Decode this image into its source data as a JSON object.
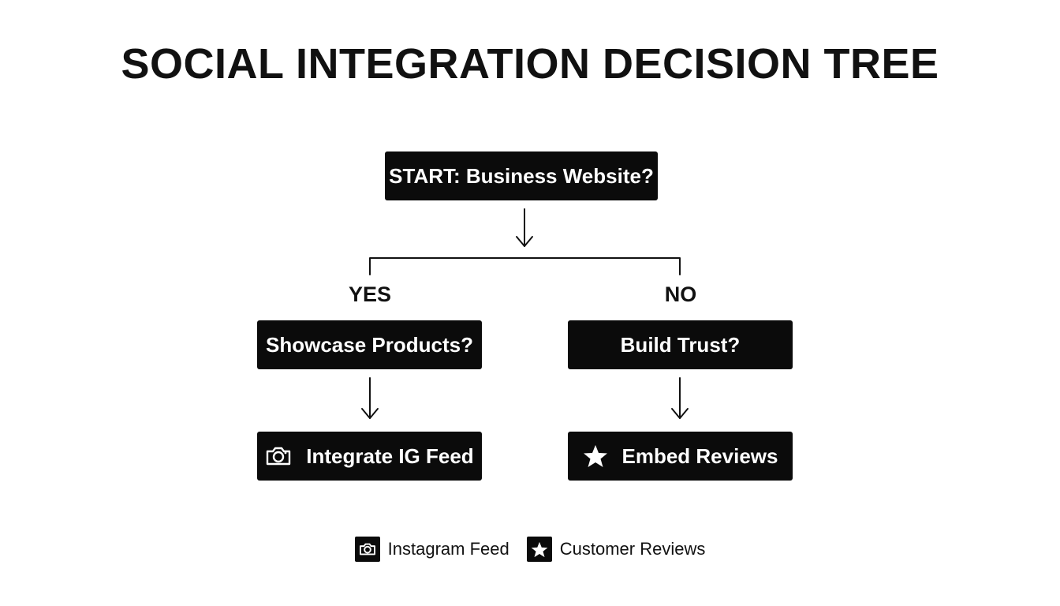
{
  "title": "SOCIAL INTEGRATION DECISION TREE",
  "nodes": {
    "start": "START: Business Website?",
    "yes_question": "Showcase Products?",
    "no_question": "Build Trust?",
    "yes_action": "Integrate IG Feed",
    "no_action": "Embed Reviews"
  },
  "branches": {
    "yes": "YES",
    "no": "NO"
  },
  "icons": {
    "yes_action": "camera-icon",
    "no_action": "star-icon"
  },
  "legend": [
    {
      "icon": "camera-icon",
      "label": "Instagram Feed"
    },
    {
      "icon": "star-icon",
      "label": "Customer Reviews"
    }
  ],
  "colors": {
    "node_fill": "#0b0b0b",
    "node_text": "#ffffff",
    "line": "#111111"
  }
}
